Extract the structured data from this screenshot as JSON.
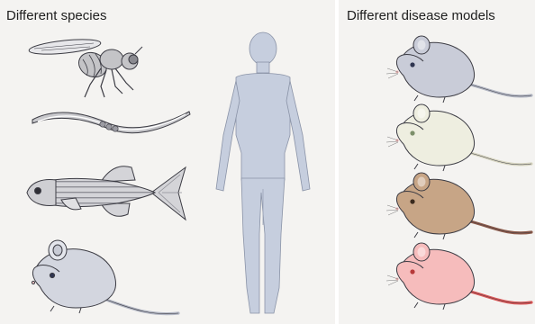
{
  "panels": {
    "species": {
      "title": "Different species"
    },
    "disease_models": {
      "title": "Different disease models"
    }
  },
  "illustrations": {
    "species": [
      "fruit-fly",
      "nematode-worm",
      "zebrafish",
      "mouse",
      "human"
    ],
    "disease_models": [
      {
        "name": "mouse-model-1",
        "fur": "#c9ccd8",
        "eye": "#2f3550",
        "tail": "#b3b7c4"
      },
      {
        "name": "mouse-model-2",
        "fur": "#eeeee0",
        "eye": "#7c8f6a",
        "tail": "#d8d6c2"
      },
      {
        "name": "mouse-model-3",
        "fur": "#c7a586",
        "eye": "#3a2a1e",
        "tail": "#8c5a4a"
      },
      {
        "name": "mouse-model-4",
        "fur": "#f6bcbc",
        "eye": "#b73a3a",
        "tail": "#dc5656"
      }
    ]
  },
  "colors": {
    "panel_background": "#f4f3f1",
    "human_body": "#c6cede",
    "fly": "#c4c4c7",
    "worm": "#c8c8cc",
    "zebrafish": "#c9c9cd",
    "outline": "#3c3c44"
  }
}
